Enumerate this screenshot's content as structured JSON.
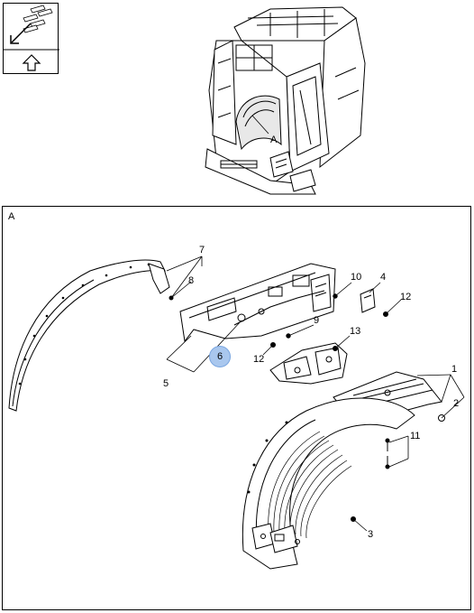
{
  "detail_letter": "A",
  "cab_callout": "A",
  "callouts": {
    "c1": "1",
    "c2": "2",
    "c3": "3",
    "c4": "4",
    "c5": "5",
    "c6": "6",
    "c7": "7",
    "c8": "8",
    "c9": "9",
    "c10": "10",
    "c11": "11",
    "c12a": "12",
    "c12b": "12",
    "c13": "13"
  },
  "highlight_color": "#a9c7ee"
}
